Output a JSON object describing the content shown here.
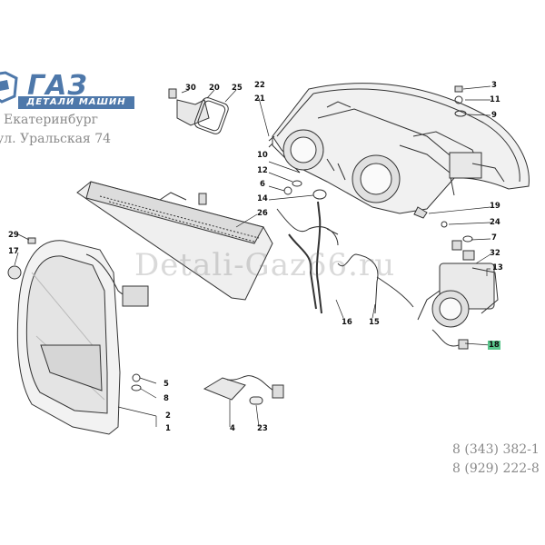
{
  "brand": {
    "logo_text": "ГАЗ",
    "subtitle": "ДЕТАЛИ МАШИН",
    "city": "Екатеринбург",
    "street": "ул. Уральская 74",
    "accent_color": "#4e78aa"
  },
  "contacts": {
    "phone1": "8 (343) 382-1",
    "phone2": "8 (929) 222-8"
  },
  "watermark": "Detali-Gaz66.ru",
  "callouts": {
    "c30": "30",
    "c20": "20",
    "c25": "25",
    "c22": "22",
    "c21": "21",
    "c3": "3",
    "c11": "11",
    "c9": "9",
    "c10": "10",
    "c12": "12",
    "c6": "6",
    "c14": "14",
    "c19": "19",
    "c24": "24",
    "c26": "26",
    "c29": "29",
    "c17": "17",
    "c7": "7",
    "c32": "32",
    "c13": "13",
    "c16": "16",
    "c15": "15",
    "c18": "18",
    "c5": "5",
    "c8": "8",
    "c2": "2",
    "c1": "1",
    "c4": "4",
    "c23": "23"
  },
  "highlight_color": "#58c58b"
}
